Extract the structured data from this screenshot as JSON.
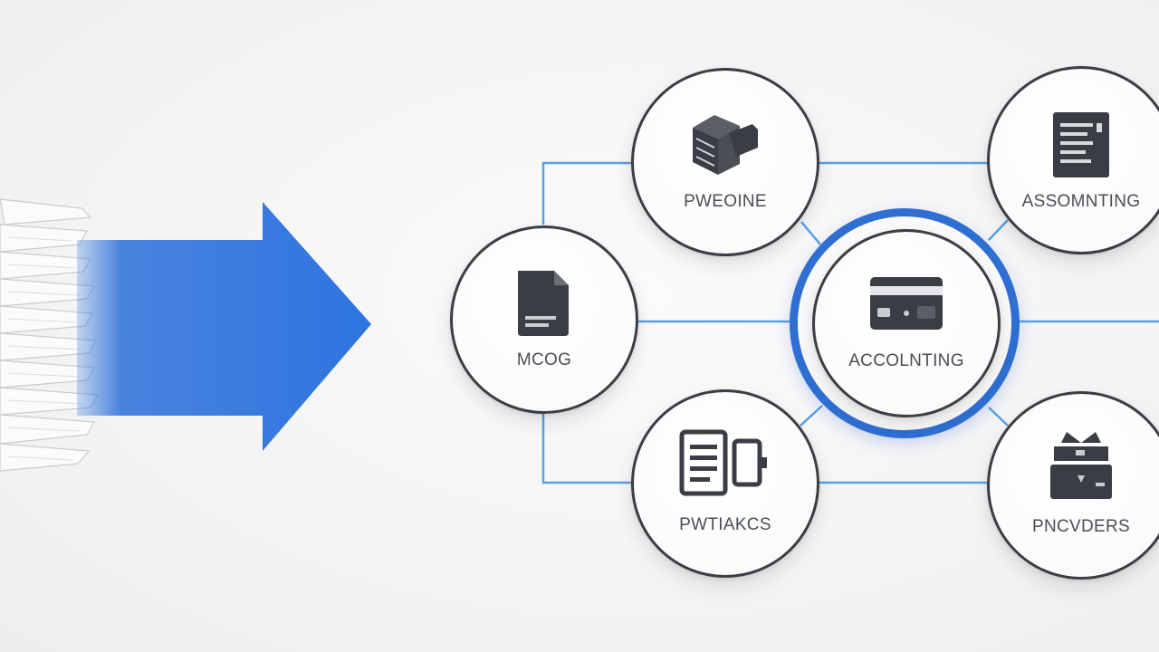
{
  "diagram": {
    "nodes": {
      "top_left": {
        "label": "PWEOINE",
        "icon": "stacked-boxes-icon"
      },
      "left": {
        "label": "MCOG",
        "icon": "document-icon"
      },
      "hub": {
        "label": "ACCOLNTING",
        "icon": "credit-card-icon"
      },
      "top_right": {
        "label": "ASSOMNTING",
        "icon": "report-icon"
      },
      "bottom_left": {
        "label": "PWTIAKCS",
        "icon": "document-plugin-icon"
      },
      "bottom_right": {
        "label": "PNCVDERS",
        "icon": "package-tray-icon"
      }
    },
    "colors": {
      "arrow_blue": "#2b6fdb",
      "connector_blue": "#5aa0e6",
      "hub_ring": "#2f6fd2",
      "icon_dark": "#3a3d43"
    }
  }
}
